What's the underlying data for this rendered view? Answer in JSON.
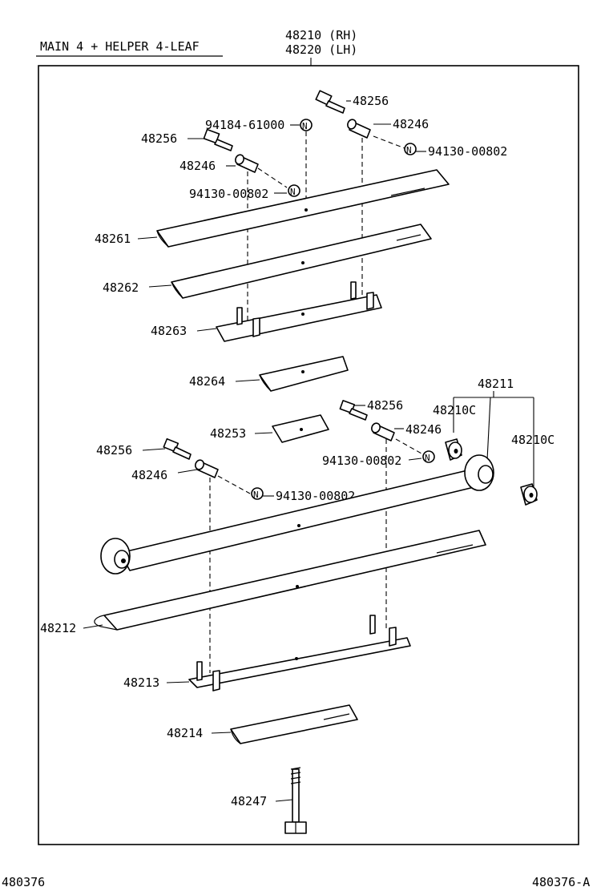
{
  "header": {
    "variant": "MAIN 4 + HELPER 4-LEAF",
    "assembly_rh": "48210 (RH)",
    "assembly_lh": "48220 (LH)"
  },
  "footer": {
    "left_code": "480376",
    "right_code": "480376-A"
  },
  "callouts": {
    "bolt_top_right": "48256",
    "bolt_top_left": "48256",
    "bolt_mid": "48256",
    "bolt_lower_left": "48256",
    "pin_top_right": "48246",
    "pin_top_left": "48246",
    "pin_mid": "48246",
    "pin_lower_left": "48246",
    "nut_top_left": "94184-61000",
    "nut_top_right": "94130-00802",
    "nut_top_mid": "94130-00802",
    "nut_mid": "94130-00802",
    "nut_lower": "94130-00802",
    "leaf_48261": "48261",
    "leaf_48262": "48262",
    "leaf_48263": "48263",
    "pad_48264": "48264",
    "plate_48253": "48253",
    "main_leaf": "48211",
    "bushing_a": "48210C",
    "bushing_b": "48210C",
    "leaf_48212": "48212",
    "leaf_48213": "48213",
    "pad_48214": "48214",
    "center_bolt": "48247"
  },
  "symbols": {
    "nut_mark": "N"
  },
  "icons": [
    "leaf-spring-icon",
    "bolt-icon",
    "pin-icon",
    "nut-icon",
    "bushing-icon",
    "center-bolt-icon"
  ]
}
